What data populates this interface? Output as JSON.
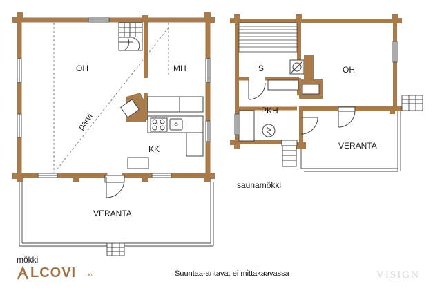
{
  "mokki": {
    "rooms": {
      "oh": "OH",
      "mh": "MH",
      "kk": "KK",
      "parvi": "parvi",
      "veranta": "VERANTA"
    },
    "caption": "mökki"
  },
  "sauna": {
    "rooms": {
      "s": "S",
      "oh": "OH",
      "pkh": "PKH",
      "veranta": "VERANTA"
    },
    "caption": "saunamökki"
  },
  "logo": {
    "name": "LCOVI",
    "suffix": "LKV"
  },
  "note": "Suuntaa-antava, ei mittakaavassa",
  "watermark": "VISIGN",
  "colors": {
    "wall": "#a97a4a",
    "line": "#444444",
    "dashed": "#777777"
  }
}
